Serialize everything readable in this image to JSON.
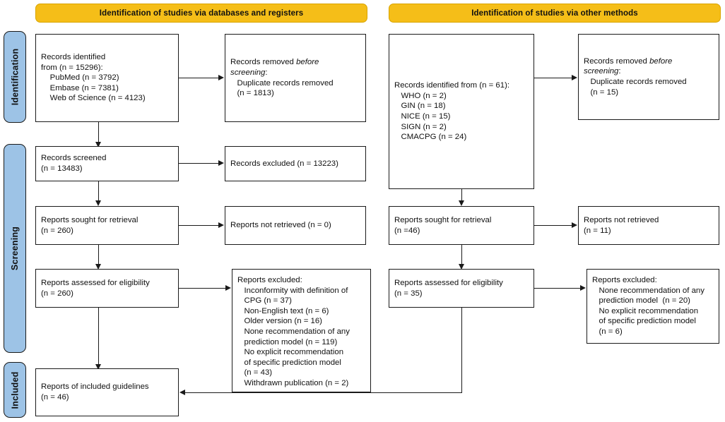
{
  "diagram": {
    "title": "PRISMA 2020 flow diagram",
    "colors": {
      "banner": "#F5BE18",
      "stage_label": "#9DC3E6",
      "line": "#1a1a1a",
      "box_fill": "#ffffff"
    }
  },
  "banners": {
    "left": "Identification of studies via databases and registers",
    "right": "Identification of studies via other methods"
  },
  "stages": {
    "identification": "Identification",
    "screening": "Screening",
    "included": "Included"
  },
  "left_column": {
    "records_identified": {
      "line1": "Records identified",
      "line2": "from (n = 15296):",
      "sources": [
        "PubMed (n = 3792)",
        "Embase (n = 7381)",
        "Web of Science (n = 4123)"
      ]
    },
    "records_removed": {
      "line1_prefix": "Records removed ",
      "line1_italic": "before",
      "line2_italic": "screening",
      "line2_suffix": ":",
      "detail1": "Duplicate records removed",
      "detail2": "(n = 1813)"
    },
    "records_screened": {
      "line1": "Records screened",
      "line2": "(n = 13483)"
    },
    "records_excluded": {
      "line1": "Records excluded (n = 13223)"
    },
    "reports_sought": {
      "line1": "Reports sought for retrieval",
      "line2": "(n = 260)"
    },
    "reports_not_retrieved": {
      "line1": "Reports not retrieved (n = 0)"
    },
    "reports_assessed": {
      "line1": "Reports assessed for eligibility",
      "line2": "(n = 260)"
    },
    "reports_excluded": {
      "heading": "Reports excluded:",
      "reasons": [
        "Inconformity with definition of",
        "CPG (n = 37)",
        "Non-English text (n = 6)",
        "Older version (n = 16)",
        "None recommendation of any",
        "prediction model (n = 119)",
        "No explicit recommendation",
        "of specific prediction model",
        "(n = 43)",
        "Withdrawn publication (n = 2)"
      ]
    },
    "included_reports": {
      "line1": "Reports of included guidelines",
      "line2": "(n = 46)"
    }
  },
  "right_column": {
    "records_identified": {
      "line1": "Records identified from (n = 61):",
      "sources": [
        "WHO (n = 2)",
        "GIN (n = 18)",
        "NICE (n = 15)",
        "SIGN (n = 2)",
        "CMACPG (n = 24)"
      ]
    },
    "records_removed": {
      "line1_prefix": "Records removed ",
      "line1_italic": "before",
      "line2_italic": "screening",
      "line2_suffix": ":",
      "detail1": "Duplicate records removed",
      "detail2": "(n = 15)"
    },
    "reports_sought": {
      "line1": "Reports sought for retrieval",
      "line2": "(n =46)"
    },
    "reports_not_retrieved": {
      "line1": "Reports not retrieved",
      "line2": "(n = 11)"
    },
    "reports_assessed": {
      "line1": "Reports assessed for eligibility",
      "line2": "(n = 35)"
    },
    "reports_excluded": {
      "heading": "Reports excluded:",
      "reasons": [
        "None recommendation of any",
        "prediction model  (n = 20)",
        "No explicit recommendation",
        "of specific prediction model",
        "(n = 6)"
      ]
    }
  }
}
